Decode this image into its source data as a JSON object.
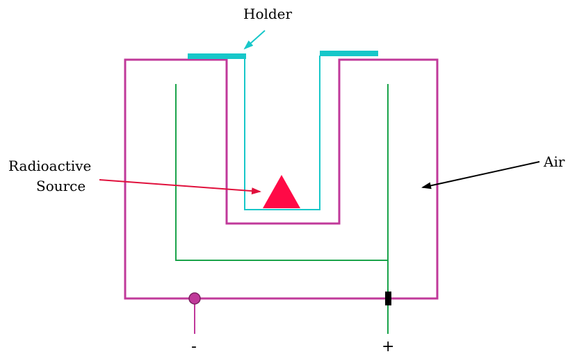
{
  "labels": {
    "holder": "Holder",
    "radioactive_line1": "Radioactive",
    "radioactive_line2": "Source",
    "air": "Air",
    "negative_terminal": "-",
    "positive_terminal": "+"
  },
  "colors": {
    "chamber": "#c0399a",
    "holder": "#17c7c9",
    "electrode": "#1aa34a",
    "source": "#ff0a46",
    "arrow_holder": "#17c7c9",
    "arrow_source": "#e0103c",
    "arrow_air": "#000000",
    "terminal_negative": "#c0399a",
    "terminal_positive": "#000000"
  },
  "icons": {
    "source": "triangle",
    "negative_terminal": "circle",
    "positive_terminal": "bar"
  }
}
